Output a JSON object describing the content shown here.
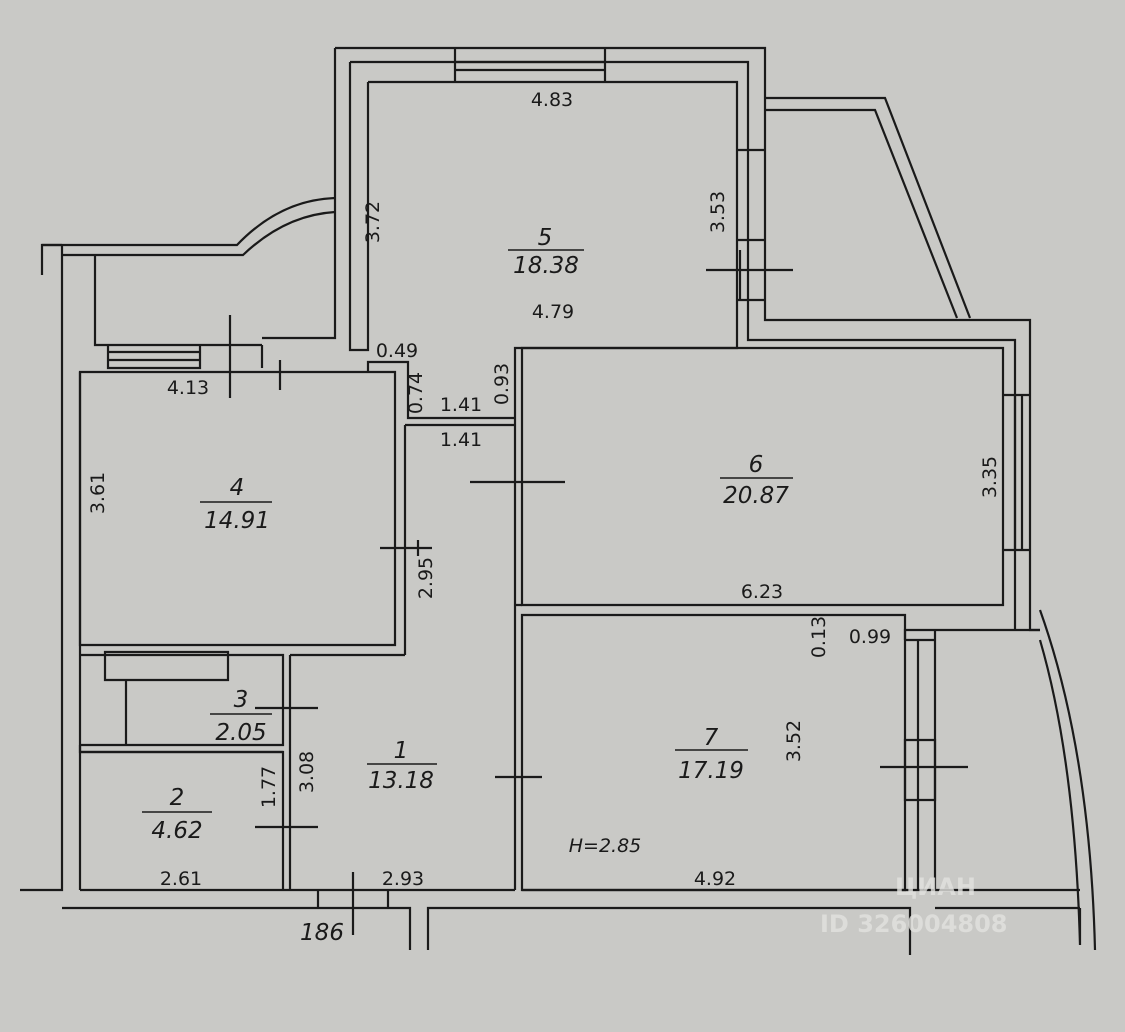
{
  "rooms": [
    {
      "number": "1",
      "area": "13.18"
    },
    {
      "number": "2",
      "area": "4.62"
    },
    {
      "number": "3",
      "area": "2.05"
    },
    {
      "number": "4",
      "area": "14.91"
    },
    {
      "number": "5",
      "area": "18.38"
    },
    {
      "number": "6",
      "area": "20.87"
    },
    {
      "number": "7",
      "area": "17.19"
    }
  ],
  "dimensions": {
    "r5_top": "4.83",
    "r5_left": "3.72",
    "r5_right": "3.53",
    "r5_bottom": "4.79",
    "step_049": "0.49",
    "step_074": "0.74",
    "step_093": "0.93",
    "hall_top": "1.41",
    "hall_bottom": "1.41",
    "r4_bottom": "4.13",
    "r4_left": "3.61",
    "r4_right": "2.95",
    "r6_right": "3.35",
    "r6_bottom": "6.23",
    "r7_013": "0.13",
    "r7_099": "0.99",
    "r7_right": "3.52",
    "r7_bottom": "4.92",
    "r2_right": "1.77",
    "r2_bottom": "2.61",
    "r1_left": "3.08",
    "r1_bottom": "2.93",
    "ceiling_height": "H=2.85",
    "entrance": "186"
  },
  "watermark": {
    "brand": "ЦИАН",
    "id": "ID 326004808"
  }
}
